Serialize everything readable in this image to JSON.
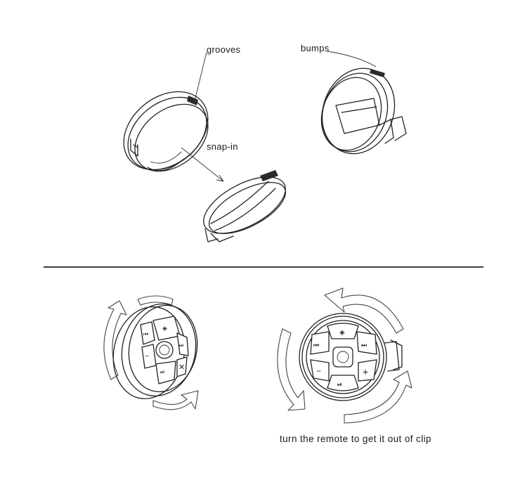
{
  "labels": {
    "grooves": "grooves",
    "bumps": "bumps",
    "snap_in": "snap-in"
  },
  "caption": "turn the remote to get it out of clip"
}
